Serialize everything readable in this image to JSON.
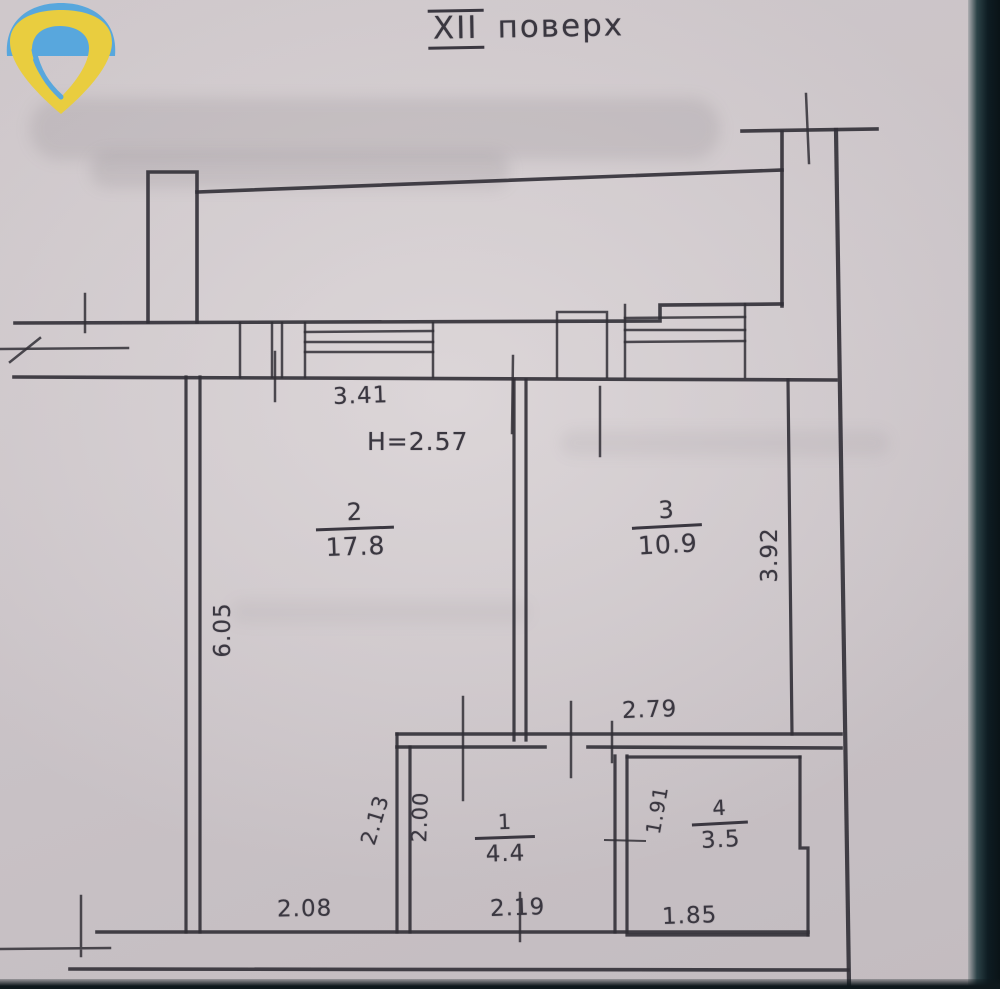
{
  "page": {
    "paper_color": "#cac3c7",
    "ink_color": "#3a3740",
    "edge_color": "#0e1c22"
  },
  "logo": {
    "name": "agency-logo",
    "yellow": "#e9cd3f",
    "blue": "#58a7dd"
  },
  "header": {
    "floor_roman": "XII",
    "floor_label": "поверх"
  },
  "plan": {
    "height_note": "H=2.57",
    "rooms": [
      {
        "number": "2",
        "area": "17.8"
      },
      {
        "number": "3",
        "area": "10.9"
      },
      {
        "number": "1",
        "area": "4.4"
      },
      {
        "number": "4",
        "area": "3.5"
      }
    ],
    "dimensions": {
      "top_width": "3.41",
      "left_height": "6.05",
      "right_height": "3.92",
      "hall_width": "2.79",
      "bath_left": "2.13",
      "bath_inner": "2.00",
      "room4_height": "1.91",
      "bottom_left": "2.08",
      "bottom_mid": "2.19",
      "bottom_right": "1.85"
    }
  }
}
